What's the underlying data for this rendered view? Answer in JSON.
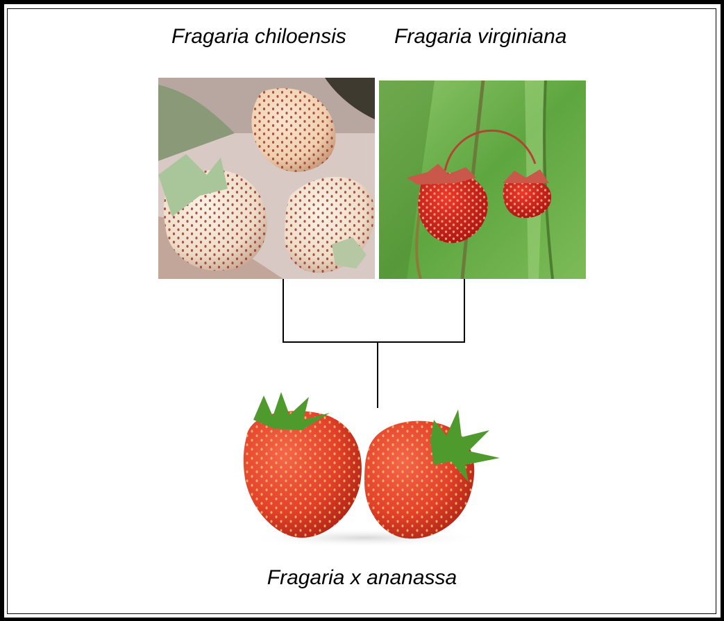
{
  "parents": {
    "left": {
      "name": "Fragaria chiloensis",
      "fruit_color": "#efe0cf",
      "seed_color": "#9b3a2c"
    },
    "right": {
      "name": "Fragaria virginiana",
      "fruit_color": "#d8231b",
      "seed_color": "#f4b08c"
    }
  },
  "hybrid": {
    "name": "Fragaria x ananassa",
    "fruit_color": "#e2412a",
    "leaf_color": "#4f9a2c"
  },
  "colors": {
    "frame": "#000000",
    "line": "#000000",
    "foliage": "#6fb348"
  }
}
